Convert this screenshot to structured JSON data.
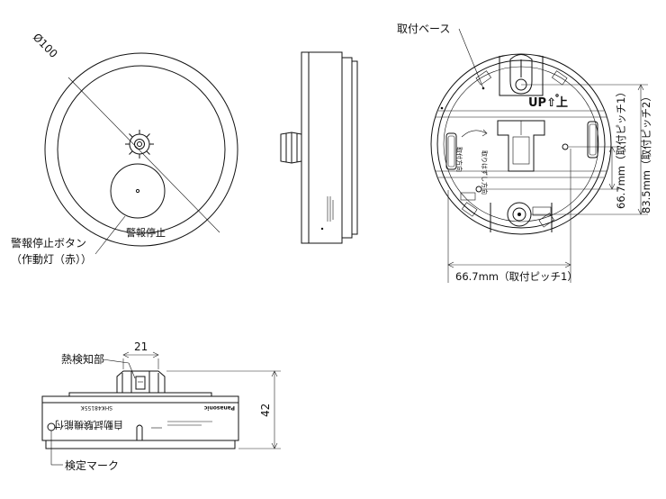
{
  "top_view": {
    "diameter_label": "Ø100",
    "button_text": "警報停止",
    "callout_line1": "警報停止ボタン",
    "callout_line2": "（作動灯（赤））"
  },
  "base_view": {
    "base_label": "取付ベース",
    "up_mark": "UP⇧上",
    "pitch1_label": "66.7mm（取付ピッチ1）",
    "pitch1_vertical_label": "66.7mm（取付ピッチ1）",
    "pitch2_label": "83.5mm（取付ピッチ2）"
  },
  "front_view": {
    "width_label": "21",
    "height_label": "42",
    "sensor_label": "熱検知部",
    "mark_label": "検定マーク",
    "brand_text": "Panasonic",
    "model_text": "SHK48155K",
    "product_text": "自動試験機能付"
  }
}
